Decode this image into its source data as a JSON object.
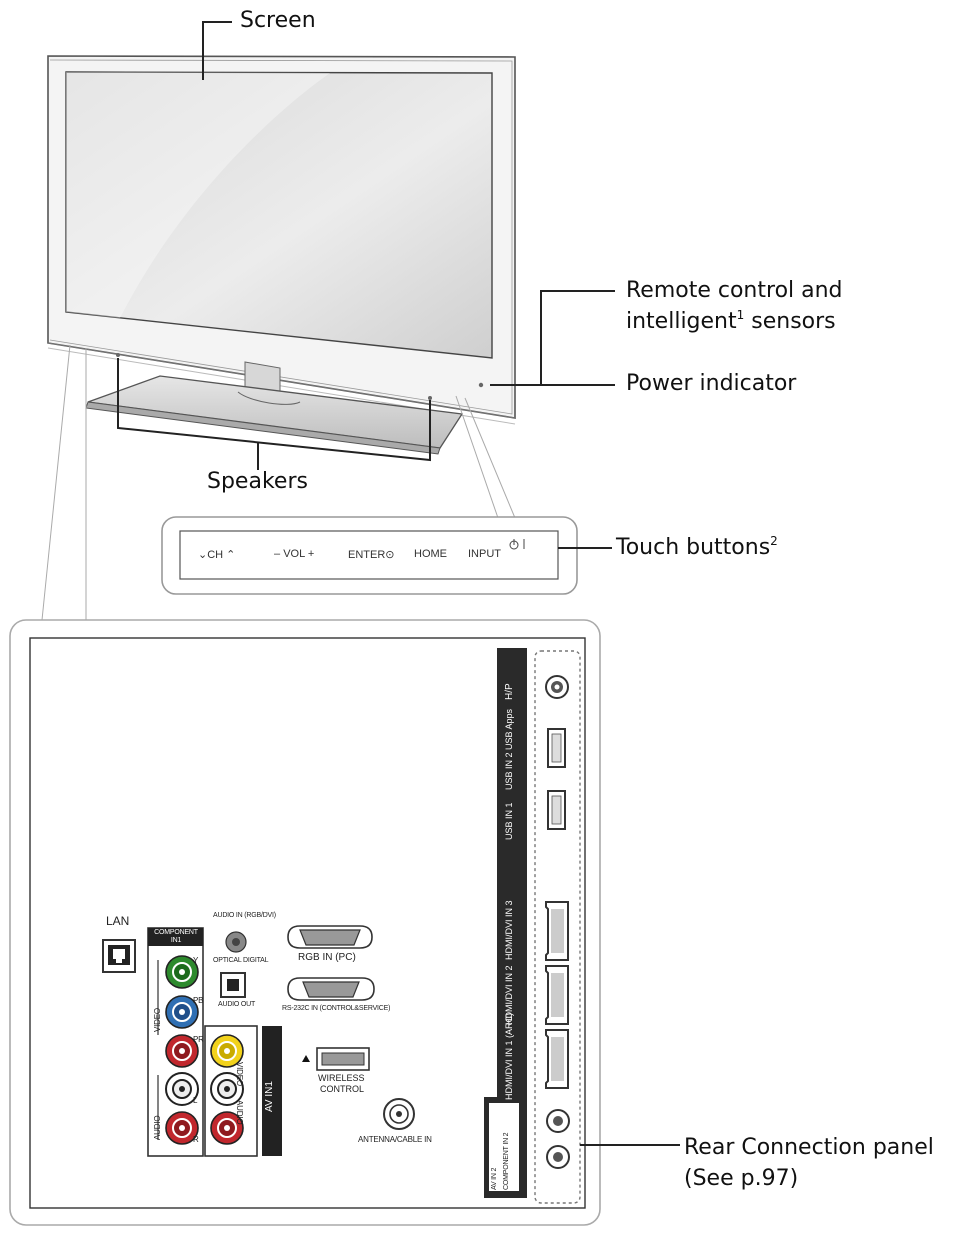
{
  "callouts": {
    "screen": "Screen",
    "remote_line1": "Remote control and",
    "remote_line2": "intelligent",
    "remote_sup": "1",
    "remote_line2b": " sensors",
    "power": "Power indicator",
    "speakers": "Speakers",
    "touch": "Touch buttons",
    "touch_sup": "2",
    "rear_line1": "Rear Connection panel",
    "rear_line2": "(See p.97)"
  },
  "touch_buttons": [
    "CH",
    "VOL",
    "ENTER",
    "HOME",
    "INPUT"
  ],
  "rear_panel": {
    "lan": "LAN",
    "component": "COMPONENT IN1",
    "component_y": "Y",
    "component_pb": "PB",
    "component_pr": "PR",
    "video": "VIDEO",
    "audio": "AUDIO",
    "audio_l": "L",
    "audio_r": "R",
    "audio_in_rgb": "AUDIO IN (RGB/DVI)",
    "optical": "OPTICAL DIGITAL",
    "audio_out": "AUDIO OUT",
    "rgb_in": "RGB IN (PC)",
    "rs232": "RS-232C IN (CONTROL&SERVICE)",
    "av_in1": "AV IN1",
    "av_video": "VIDEO",
    "av_audio": "AUDIO",
    "wireless": "WIRELESS",
    "control": "CONTROL",
    "antenna": "ANTENNA/CABLE IN",
    "hp": "H/P",
    "usb2": "USB IN 2 USB Apps",
    "usb1": "USB IN 1",
    "hdmi3": "HDMI/DVI IN 3",
    "hdmi2": "HDMI/DVI IN 2",
    "hdmi1": "HDMI/DVI IN 1 (ARC)",
    "av_in2": "AV IN 2",
    "component_in2": "COMPONENT IN 2"
  }
}
